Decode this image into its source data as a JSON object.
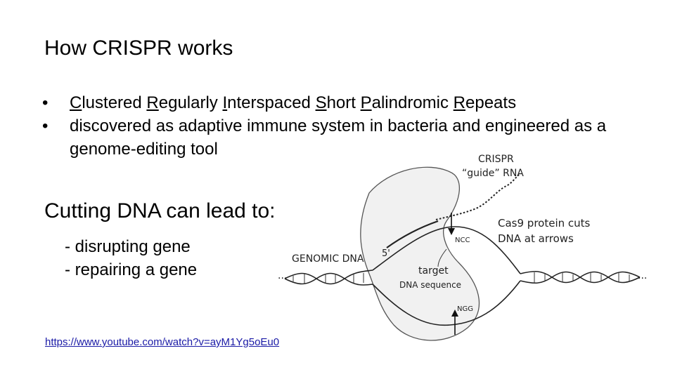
{
  "slide": {
    "title": "How CRISPR works",
    "bullets": [
      {
        "parts": [
          {
            "text": "C",
            "u": true
          },
          {
            "text": "lustered ",
            "u": false
          },
          {
            "text": "R",
            "u": true
          },
          {
            "text": "egularly ",
            "u": false
          },
          {
            "text": "I",
            "u": true
          },
          {
            "text": "nterspaced ",
            "u": false
          },
          {
            "text": "S",
            "u": true
          },
          {
            "text": "hort ",
            "u": false
          },
          {
            "text": "P",
            "u": true
          },
          {
            "text": "alindromic ",
            "u": false
          },
          {
            "text": "R",
            "u": true
          },
          {
            "text": "epeats",
            "u": false
          }
        ]
      },
      {
        "parts": [
          {
            "text": "discovered as adaptive immune system in bacteria and engineered as a genome-editing tool",
            "u": false
          }
        ]
      }
    ],
    "subtitle": "Cutting DNA can lead to:",
    "effects": [
      "- disrupting gene",
      "- repairing a gene"
    ],
    "link": "https://www.youtube.com/watch?v=ayM1Yg5oEu0"
  },
  "diagram": {
    "labels": {
      "crispr": "CRISPR",
      "guide_rna": "“guide” RNA",
      "cas9_line1": "Cas9 protein cuts",
      "cas9_line2": "DNA at arrows",
      "genomic_dna": "GENOMIC DNA",
      "five_prime": "5'",
      "ncc": "NCC",
      "target_line1": "target",
      "target_line2": "DNA sequence",
      "ngg": "NGG"
    }
  }
}
